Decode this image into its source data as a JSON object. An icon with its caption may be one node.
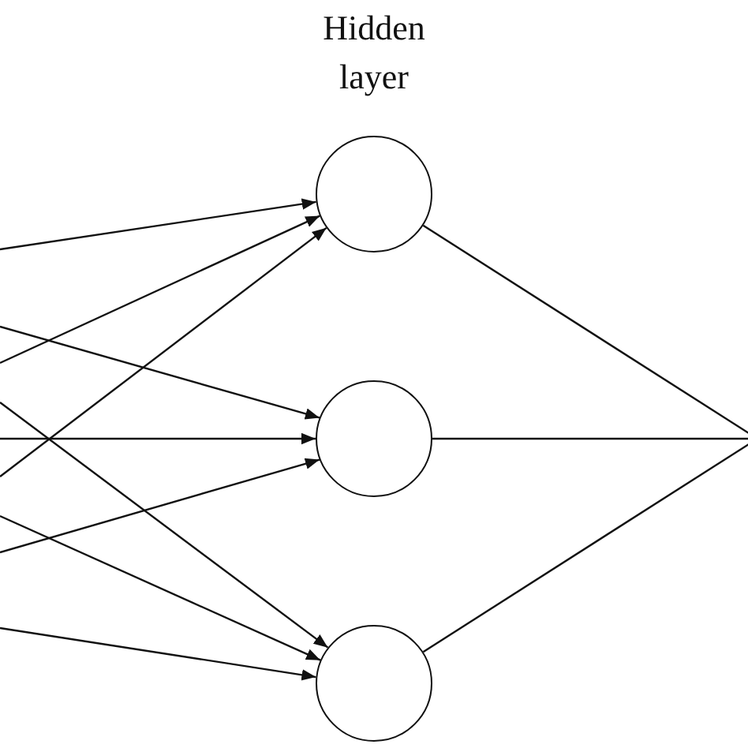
{
  "diagram": {
    "labels": [
      "Hidden layer"
    ],
    "nodes": [
      {
        "text": [],
        "shape": "circle"
      },
      {
        "text": [],
        "shape": "circle"
      },
      {
        "text": [],
        "shape": "circle"
      }
    ],
    "edges": [
      {
        "from": null,
        "to": 0,
        "arrow": "to"
      },
      {
        "from": null,
        "to": 0,
        "arrow": "to"
      },
      {
        "from": null,
        "to": 0,
        "arrow": "to"
      },
      {
        "from": null,
        "to": 1,
        "arrow": "to"
      },
      {
        "from": null,
        "to": 1,
        "arrow": "to"
      },
      {
        "from": null,
        "to": 1,
        "arrow": "to"
      },
      {
        "from": null,
        "to": 2,
        "arrow": "to"
      },
      {
        "from": null,
        "to": 2,
        "arrow": "to"
      },
      {
        "from": null,
        "to": 2,
        "arrow": "to"
      },
      {
        "from": 0,
        "to": null,
        "arrow": "none"
      },
      {
        "from": 1,
        "to": null,
        "arrow": "none"
      },
      {
        "from": 2,
        "to": null,
        "arrow": "none"
      }
    ]
  }
}
